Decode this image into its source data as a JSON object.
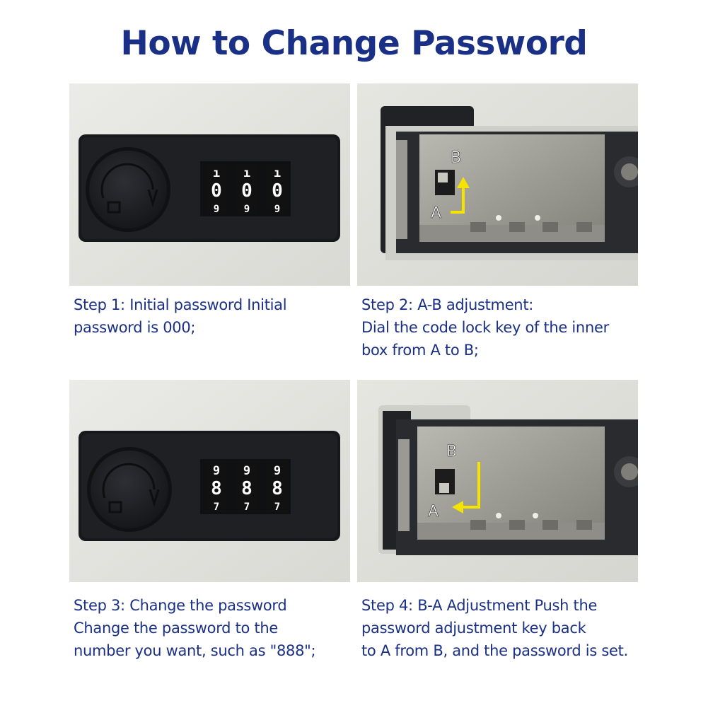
{
  "title": "How to Change Password",
  "steps": [
    {
      "lines": [
        "Step 1: Initial password Initial",
        "password is 000;"
      ],
      "dial_top": [
        "ı",
        "ı",
        "ı"
      ],
      "dial_mid": [
        "0",
        "0",
        "0"
      ],
      "dial_bot": [
        "9",
        "9",
        "9"
      ]
    },
    {
      "lines": [
        "Step 2: A-B adjustment:",
        "Dial the code lock key of the inner",
        "box from A to B;"
      ],
      "label_a": "A",
      "label_b": "B"
    },
    {
      "lines": [
        "Step 3: Change the password",
        "Change the password to the",
        "number you want, such as \"888\";"
      ],
      "dial_top": [
        "9",
        "9",
        "9"
      ],
      "dial_mid": [
        "8",
        "8",
        "8"
      ],
      "dial_bot": [
        "7",
        "7",
        "7"
      ]
    },
    {
      "lines": [
        "Step 4: B-A Adjustment Push the",
        "password adjustment key back",
        "to A from B, and the password is set."
      ],
      "label_a": "A",
      "label_b": "B"
    }
  ],
  "colors": {
    "title": "#1a2f86",
    "caption": "#1a2f86",
    "arrow": "#f5e400",
    "wall": "#e2e2dd",
    "lock_body": "#1c1e22"
  },
  "icons": [
    "knob-icon",
    "rotate-arrow-icon",
    "padlock-icon",
    "arrow-up-icon",
    "arrow-left-icon"
  ]
}
